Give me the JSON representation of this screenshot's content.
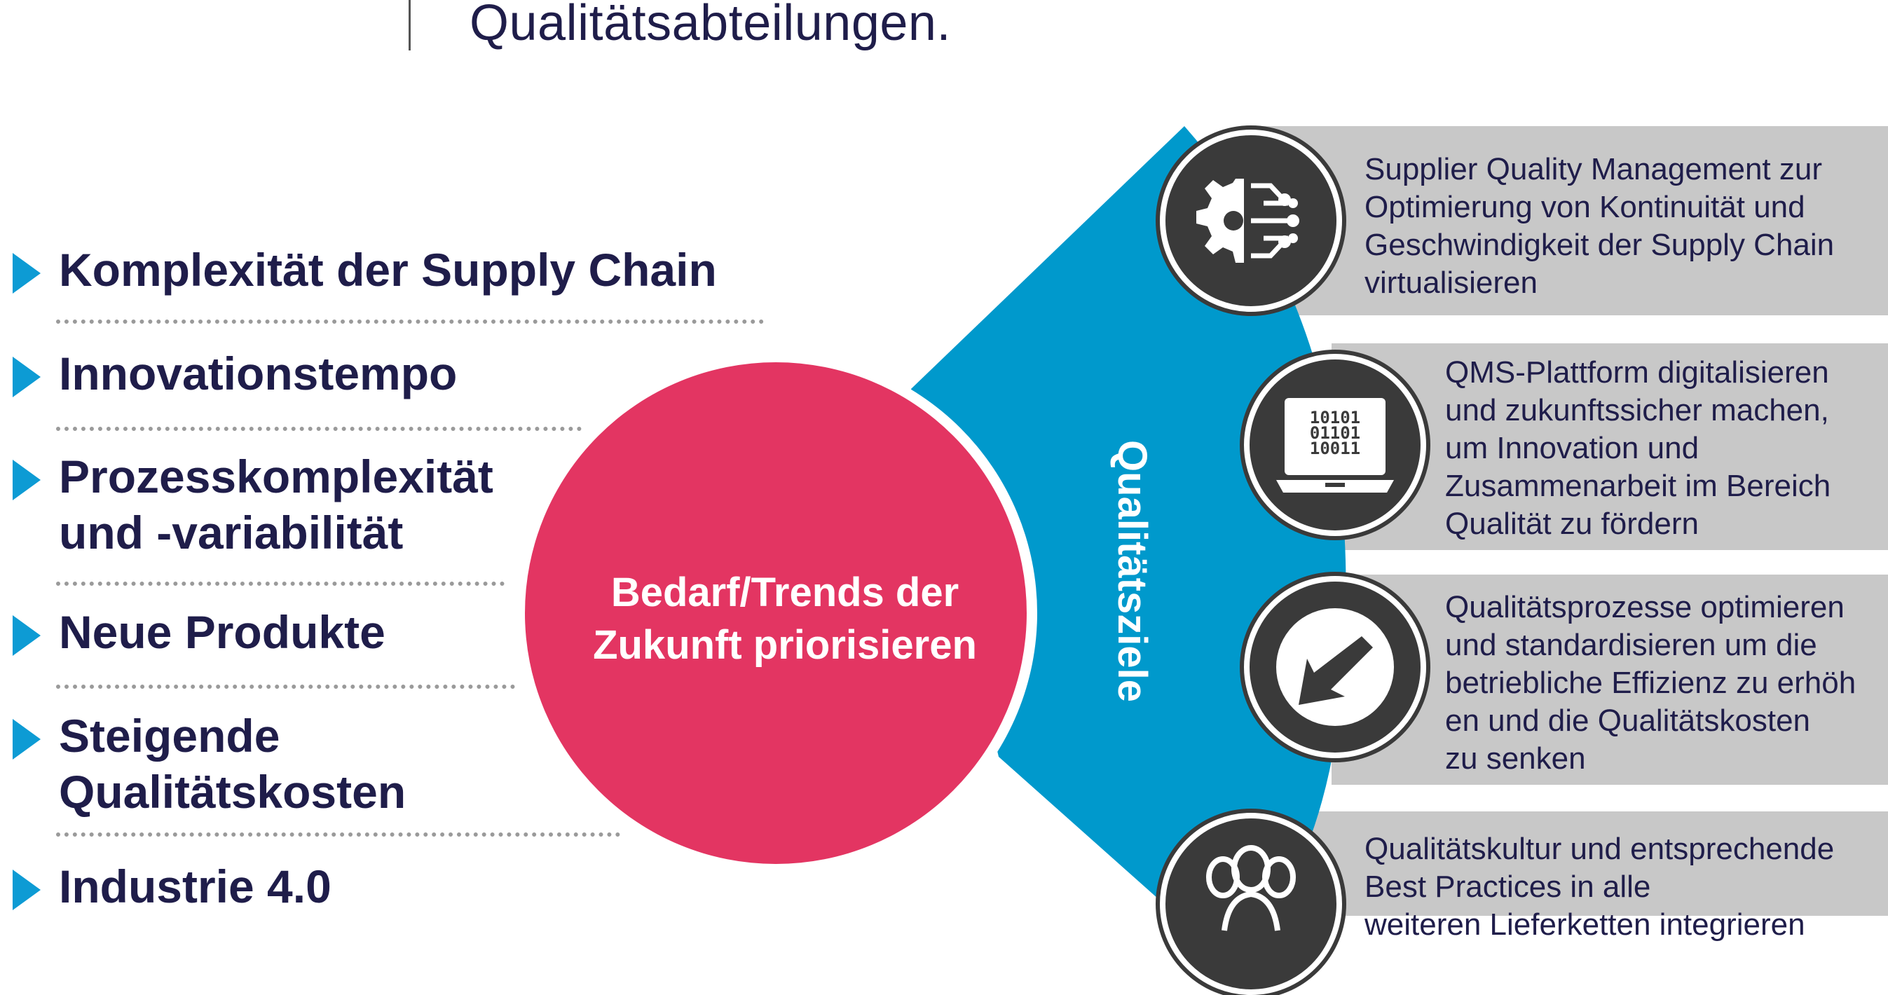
{
  "header": {
    "text": "Qualitätsabteilungen."
  },
  "drivers": [
    {
      "label": "Komplexität der Supply Chain"
    },
    {
      "label": "Innovationstempo"
    },
    {
      "label": "Prozesskomplexität",
      "label2": "und -variabilität"
    },
    {
      "label": "Neue Produkte"
    },
    {
      "label": "Steigende",
      "label2": "Qualitätskosten"
    },
    {
      "label": "Industrie 4.0"
    }
  ],
  "center": {
    "line1": "Bedarf/Trends der",
    "line2": "Zukunft priorisieren"
  },
  "wedge": {
    "label": "Qualitätsziele"
  },
  "goals": [
    {
      "icon": "gear-circuit-icon",
      "lines": [
        "Supplier Quality Management zur",
        "Optimierung von Kontinuität und",
        "Geschwindigkeit der Supply Chain",
        "virtualisieren"
      ]
    },
    {
      "icon": "laptop-binary-icon",
      "binary": [
        "10101",
        "01101",
        "10011"
      ],
      "lines": [
        "QMS-Plattform digitalisieren",
        "und zukunftssicher machen,",
        "um Innovation und",
        "Zusammenarbeit im Bereich",
        "Qualität zu fördern"
      ]
    },
    {
      "icon": "arrow-down-left-icon",
      "lines": [
        "Qualitätsprozesse optimieren",
        "und standardisieren um die",
        "betriebliche Effizienz zu erhöh",
        "en und die Qualitätskosten",
        "zu senken"
      ]
    },
    {
      "icon": "people-group-icon",
      "lines": [
        "Qualitätskultur und entsprechende",
        "Best Practices in alle",
        "weiteren Lieferketten integrieren"
      ]
    }
  ],
  "colors": {
    "navy": "#1f1d4a",
    "blue": "#0d9bd4",
    "wedge": "#0099cc",
    "pink": "#e33562",
    "gray": "#c8c8c8",
    "dark": "#3a3a3a"
  }
}
